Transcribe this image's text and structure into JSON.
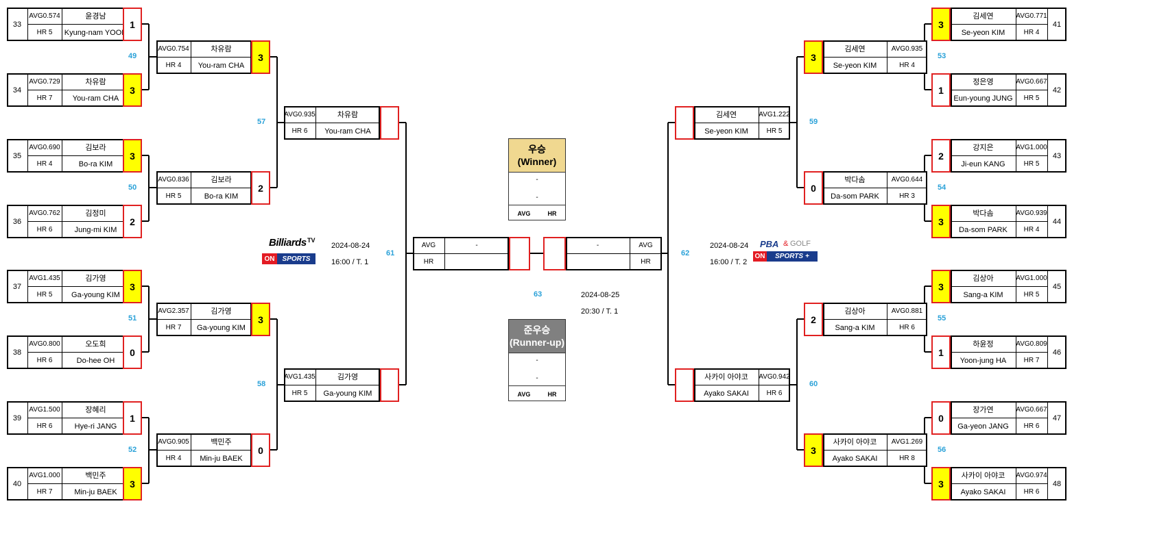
{
  "brackets": {
    "left": [
      {
        "label": "49",
        "dr": 0,
        "top": {
          "seed": "33",
          "avg": "AVG0.574",
          "hr": "HR 5",
          "ko": "윤경남",
          "en": "Kyung-nam YOON",
          "score": "1",
          "win": false
        },
        "bot": {
          "seed": "34",
          "avg": "AVG0.729",
          "hr": "HR 7",
          "ko": "차유람",
          "en": "You-ram CHA",
          "score": "3",
          "win": true
        }
      },
      {
        "label": "50",
        "dr": 1,
        "top": {
          "seed": "35",
          "avg": "AVG0.690",
          "hr": "HR 4",
          "ko": "김보라",
          "en": "Bo-ra KIM",
          "score": "3",
          "win": true
        },
        "bot": {
          "seed": "36",
          "avg": "AVG0.762",
          "hr": "HR 6",
          "ko": "김정미",
          "en": "Jung-mi KIM",
          "score": "2",
          "win": false
        }
      },
      {
        "label": "51",
        "dr": 2,
        "top": {
          "seed": "37",
          "avg": "AVG1.435",
          "hr": "HR 5",
          "ko": "김가영",
          "en": "Ga-young KIM",
          "score": "3",
          "win": true
        },
        "bot": {
          "seed": "38",
          "avg": "AVG0.800",
          "hr": "HR 6",
          "ko": "오도희",
          "en": "Do-hee OH",
          "score": "0",
          "win": false
        }
      },
      {
        "label": "52",
        "dr": 3,
        "top": {
          "seed": "39",
          "avg": "AVG1.500",
          "hr": "HR 6",
          "ko": "장혜리",
          "en": "Hye-ri JANG",
          "score": "1",
          "win": false
        },
        "bot": {
          "seed": "40",
          "avg": "AVG1.000",
          "hr": "HR 7",
          "ko": "백민주",
          "en": "Min-ju BAEK",
          "score": "3",
          "win": true
        }
      }
    ],
    "right": [
      {
        "label": "53",
        "dr": 0,
        "top": {
          "seed": "41",
          "avg": "AVG0.771",
          "hr": "HR 4",
          "ko": "김세연",
          "en": "Se-yeon KIM",
          "score": "3",
          "win": true
        },
        "bot": {
          "seed": "42",
          "avg": "AVG0.667",
          "hr": "HR 5",
          "ko": "정은영",
          "en": "Eun-young JUNG",
          "score": "1",
          "win": false
        }
      },
      {
        "label": "54",
        "dr": 1,
        "top": {
          "seed": "43",
          "avg": "AVG1.000",
          "hr": "HR 5",
          "ko": "강지은",
          "en": "Ji-eun KANG",
          "score": "2",
          "win": false
        },
        "bot": {
          "seed": "44",
          "avg": "AVG0.939",
          "hr": "HR 4",
          "ko": "박다솜",
          "en": "Da-som PARK",
          "score": "3",
          "win": true
        }
      },
      {
        "label": "55",
        "dr": 2,
        "top": {
          "seed": "45",
          "avg": "AVG1.000",
          "hr": "HR 5",
          "ko": "김상아",
          "en": "Sang-a KIM",
          "score": "3",
          "win": true
        },
        "bot": {
          "seed": "46",
          "avg": "AVG0.809",
          "hr": "HR 7",
          "ko": "하윤정",
          "en": "Yoon-jung HA",
          "score": "1",
          "win": false
        }
      },
      {
        "label": "56",
        "dr": 3,
        "top": {
          "seed": "47",
          "avg": "AVG0.667",
          "hr": "HR 6",
          "ko": "장가연",
          "en": "Ga-yeon JANG",
          "score": "0",
          "win": false
        },
        "bot": {
          "seed": "48",
          "avg": "AVG0.974",
          "hr": "HR 6",
          "ko": "사카이 아야코",
          "en": "Ayako SAKAI",
          "score": "3",
          "win": true
        }
      }
    ]
  },
  "quarter": {
    "left": [
      {
        "avg": "AVG0.754",
        "hr": "HR 4",
        "ko": "차유람",
        "en": "You-ram CHA",
        "score": "3",
        "win": true
      },
      {
        "avg": "AVG0.836",
        "hr": "HR 5",
        "ko": "김보라",
        "en": "Bo-ra KIM",
        "score": "2",
        "win": false
      },
      {
        "avg": "AVG2.357",
        "hr": "HR 7",
        "ko": "김가영",
        "en": "Ga-young KIM",
        "score": "3",
        "win": true
      },
      {
        "avg": "AVG0.905",
        "hr": "HR 4",
        "ko": "백민주",
        "en": "Min-ju BAEK",
        "score": "0",
        "win": false
      }
    ],
    "right": [
      {
        "avg": "AVG0.935",
        "hr": "HR 4",
        "ko": "김세연",
        "en": "Se-yeon KIM",
        "score": "3",
        "win": true
      },
      {
        "avg": "AVG0.644",
        "hr": "HR 3",
        "ko": "박다솜",
        "en": "Da-som PARK",
        "score": "0",
        "win": false
      },
      {
        "avg": "AVG0.881",
        "hr": "HR 6",
        "ko": "김상아",
        "en": "Sang-a KIM",
        "score": "2",
        "win": false
      },
      {
        "avg": "AVG1.269",
        "hr": "HR 8",
        "ko": "사카이 아야코",
        "en": "Ayako SAKAI",
        "score": "3",
        "win": true
      }
    ],
    "left_labels": [
      "57",
      "58"
    ],
    "right_labels": [
      "59",
      "60"
    ]
  },
  "semi": {
    "left": [
      {
        "avg": "AVG0.935",
        "hr": "HR 6",
        "ko": "차유람",
        "en": "You-ram CHA",
        "score": "",
        "win": false
      },
      {
        "avg": "AVG1.435",
        "hr": "HR 5",
        "ko": "김가영",
        "en": "Ga-young KIM",
        "score": "",
        "win": false
      }
    ],
    "right": [
      {
        "avg": "AVG1.222",
        "hr": "HR 5",
        "ko": "김세연",
        "en": "Se-yeon KIM",
        "score": "",
        "win": false
      },
      {
        "avg": "AVG0.942",
        "hr": "HR 6",
        "ko": "사카이 아야코",
        "en": "Ayako SAKAI",
        "score": "",
        "win": false
      }
    ],
    "left_label": "61",
    "right_label": "62",
    "left_info": {
      "date": "2024-08-24",
      "time": "16:00 / T. 1"
    },
    "right_info": {
      "date": "2024-08-24",
      "time": "16:00 / T. 2"
    }
  },
  "final": {
    "label": "63",
    "date": "2024-08-25",
    "time": "20:30 / T. 1",
    "left": {
      "avg": "AVG",
      "name": "-",
      "hr": "HR"
    },
    "right": {
      "avg": "AVG",
      "name": "-",
      "hr": "HR"
    },
    "winner": {
      "title": "우승",
      "sub": "(Winner)",
      "line1": "-",
      "line2": "-",
      "avg": "AVG",
      "hr": "HR",
      "color": "#f0d890"
    },
    "runnerup": {
      "title": "준우승",
      "sub": "(Runner-up)",
      "line1": "-",
      "line2": "-",
      "avg": "AVG",
      "hr": "HR",
      "color": "#808080"
    }
  },
  "logos": {
    "left": {
      "top": "Billiards",
      "tv": "TV",
      "on": "ON",
      "sports": "SPORTS"
    },
    "right": {
      "pba": "PBA",
      "amp": "&",
      "golf": "GOLF",
      "on": "ON",
      "sports": "SPORTS",
      "plus": "+"
    }
  },
  "colors": {
    "winner_bg": "#ffff00",
    "loser_border": "#e02020",
    "label": "#2aa1d8",
    "frame": "#000000"
  }
}
